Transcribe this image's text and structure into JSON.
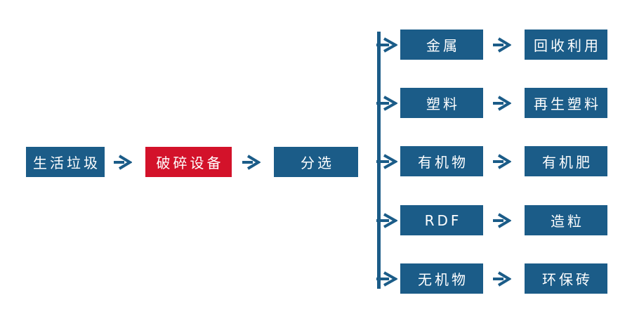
{
  "colors": {
    "box_blue": "#1b5c88",
    "box_red": "#d3122a",
    "line_blue": "#1b5c88",
    "text_white": "#ffffff",
    "bg": "#ffffff"
  },
  "main_flow": {
    "source": "生活垃圾",
    "process": "破碎设备",
    "sorting": "分选"
  },
  "branches": [
    {
      "category": "金属",
      "output": "回收利用"
    },
    {
      "category": "塑料",
      "output": "再生塑料"
    },
    {
      "category": "有机物",
      "output": "有机肥"
    },
    {
      "category": "RDF",
      "output": "造粒"
    },
    {
      "category": "无机物",
      "output": "环保砖"
    }
  ]
}
